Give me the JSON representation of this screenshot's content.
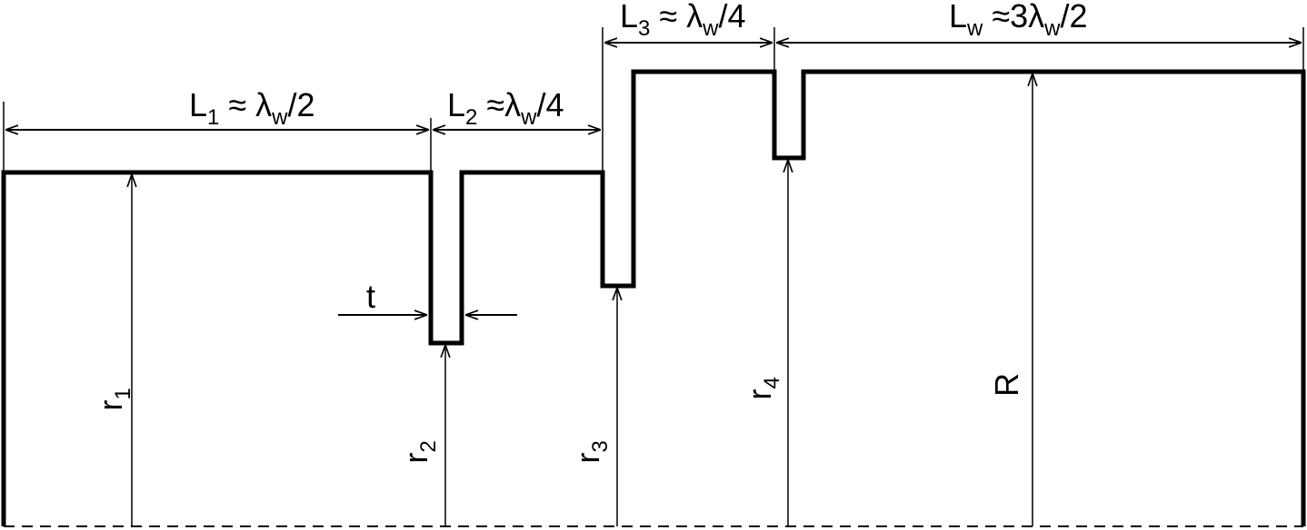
{
  "diagram": {
    "line_color": "#000000",
    "background_color": "#ffffff",
    "dimension_labels": {
      "L1": {
        "main": "L",
        "sub": "1",
        "rest": " ≈ λ",
        "rest_sub": "w",
        "tail": "/2"
      },
      "L2": {
        "main": "L",
        "sub": "2",
        "rest": " ≈λ",
        "rest_sub": "w",
        "tail": "/4"
      },
      "L3": {
        "main": "L",
        "sub": "3",
        "rest": " ≈ λ",
        "rest_sub": "w",
        "tail": "/4"
      },
      "Lw": {
        "main": "L",
        "sub": "w",
        "rest": " ≈3λ",
        "rest_sub": "w",
        "tail": "/2"
      }
    },
    "gap_label": "t",
    "radius_labels": {
      "r1": {
        "main": "r",
        "sub": "1"
      },
      "r2": {
        "main": "r",
        "sub": "2"
      },
      "r3": {
        "main": "r",
        "sub": "3"
      },
      "r4": {
        "main": "r",
        "sub": "4"
      },
      "R": {
        "main": "R"
      }
    }
  }
}
